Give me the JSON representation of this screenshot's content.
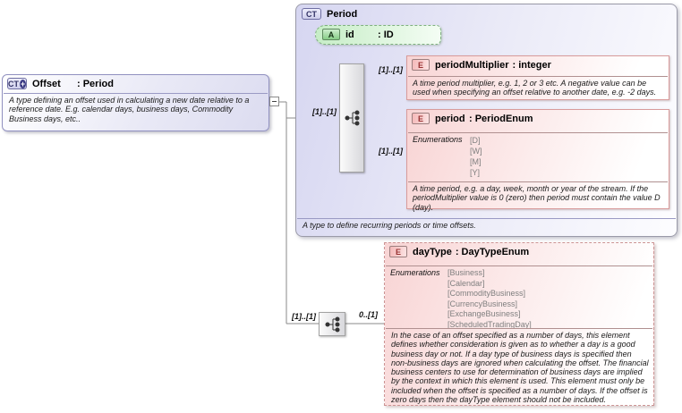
{
  "diagram": {
    "offset": {
      "badge": "CT",
      "plus": "+",
      "name": "Offset",
      "type": ": Period",
      "description": "A type defining an offset used in calculating a new date relative to a reference date. E.g. calendar days, business days, Commodity Business days, etc.."
    },
    "period": {
      "badge": "CT",
      "name": "Period",
      "footer": "A type to define recurring periods or time offsets.",
      "id_attr": {
        "badge": "A",
        "name": "id",
        "type": ": ID"
      },
      "period_multiplier": {
        "badge": "E",
        "name": "periodMultiplier",
        "type": ": integer",
        "description": "A time period multiplier, e.g. 1, 2 or 3 etc. A negative value can be used when specifying an offset relative to another date, e.g. -2 days."
      },
      "period_el": {
        "badge": "E",
        "name": "period",
        "type": ": PeriodEnum",
        "enum_label": "Enumerations",
        "enums": [
          "[D]",
          "[W]",
          "[M]",
          "[Y]"
        ],
        "description": "A time period, e.g. a day, week, month or year of the stream. If the periodMultiplier value is 0 (zero) then period must contain the value D (day)."
      }
    },
    "day_type": {
      "badge": "E",
      "name": "dayType",
      "type": ": DayTypeEnum",
      "enum_label": "Enumerations",
      "enums": [
        "[Business]",
        "[Calendar]",
        "[CommodityBusiness]",
        "[CurrencyBusiness]",
        "[ExchangeBusiness]",
        "[ScheduledTradingDay]"
      ],
      "description": "In the case of an offset specified as a number of days, this element defines whether consideration is given as to whether a day is a good business day or not. If a day type of business days is specified then non-business days are ignored when calculating the offset. The financial business centers to use for determination of business days are implied by the context in which this element is used. This element must only be included when the offset is specified as a number of days. If the offset is zero days then the dayType element should not be included."
    },
    "cardinalities": {
      "root_to_seq": "[1]..[1]",
      "seq_to_period_multiplier": "[1]..[1]",
      "seq_to_period": "[1]..[1]",
      "root_to_daytype_seq": "[1]..[1]",
      "daytype_occurrence": "0..[1]"
    },
    "colors": {
      "complex_type_fill": "#d6d6f1",
      "element_fill": "#f8d4d4",
      "attribute_fill": "#c6edc6",
      "line": "#8a8a8a"
    }
  }
}
